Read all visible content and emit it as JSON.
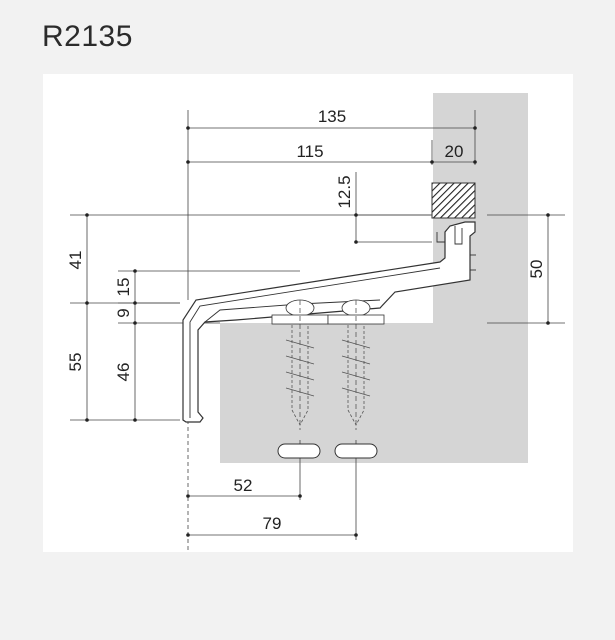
{
  "header": {
    "title": "R2135"
  },
  "dimensions": {
    "d135": "135",
    "d115": "115",
    "d20": "20",
    "d12_5": "12.5",
    "d41": "41",
    "d15": "15",
    "d9": "9",
    "d55": "55",
    "d46": "46",
    "d50": "50",
    "d52": "52",
    "d79": "79"
  },
  "colors": {
    "wall": "#d5d5d5",
    "line": "#333333",
    "dim": "#444444",
    "background": "#f2f2f2"
  }
}
